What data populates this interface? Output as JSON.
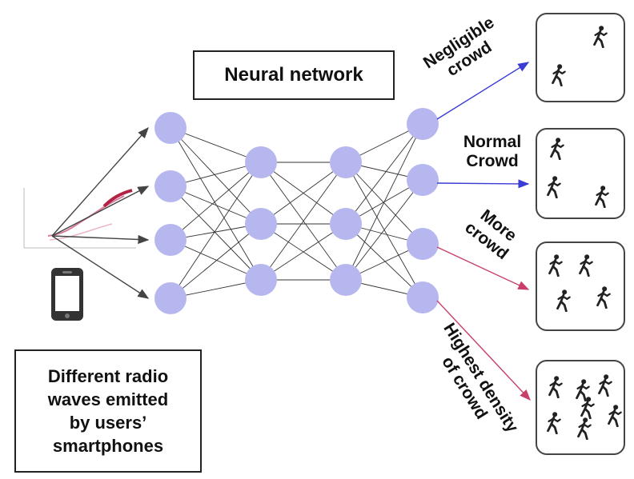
{
  "title": "Neural network",
  "input_caption": "Different radio\nwaves emitted\nby users’\nsmartphones",
  "icons": {
    "input_device": "smartphone-icon",
    "input_signal": "radio-wave-chart-icon",
    "person": "running-person-icon"
  },
  "colors": {
    "node": "#b7b7ef",
    "edge": "#333333",
    "arrow_blue": "#3b3bd6",
    "arrow_pink": "#c8406a",
    "input_arrow": "#444444"
  },
  "network": {
    "layers": [
      4,
      3,
      3,
      4
    ],
    "input_arrows": 4
  },
  "outputs": [
    {
      "label": "Negligible\ncrowd",
      "people": 2,
      "arrow": "blue"
    },
    {
      "label": "Normal\nCrowd",
      "people": 3,
      "arrow": "blue"
    },
    {
      "label": "More\ncrowd",
      "people": 4,
      "arrow": "pink"
    },
    {
      "label": "Highest density\nof crowd",
      "people": 7,
      "arrow": "pink"
    }
  ]
}
